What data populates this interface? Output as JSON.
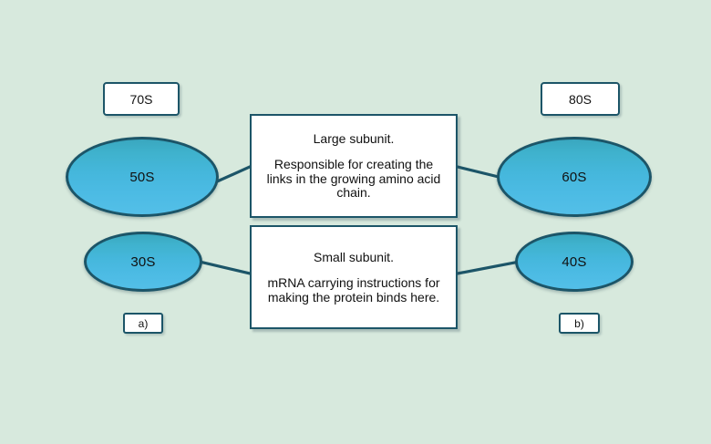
{
  "figure": {
    "background_color": "#d7e9dd",
    "accent_color": "#1c5568",
    "subunit_fill_top": "#3aa7bf",
    "subunit_fill_bottom": "#53bfe8"
  },
  "ribosomes": [
    {
      "name_tag": "70S",
      "part_label": "a)",
      "large_subunit": "50S",
      "small_subunit": "30S"
    },
    {
      "name_tag": "80S",
      "part_label": "b)",
      "large_subunit": "60S",
      "small_subunit": "40S"
    }
  ],
  "descriptions": {
    "large": {
      "title": "Large subunit.",
      "body": "Responsible for creating the links in the growing amino acid chain."
    },
    "small": {
      "title": "Small subunit.",
      "body": "mRNA carrying instructions for making the protein binds here."
    }
  }
}
